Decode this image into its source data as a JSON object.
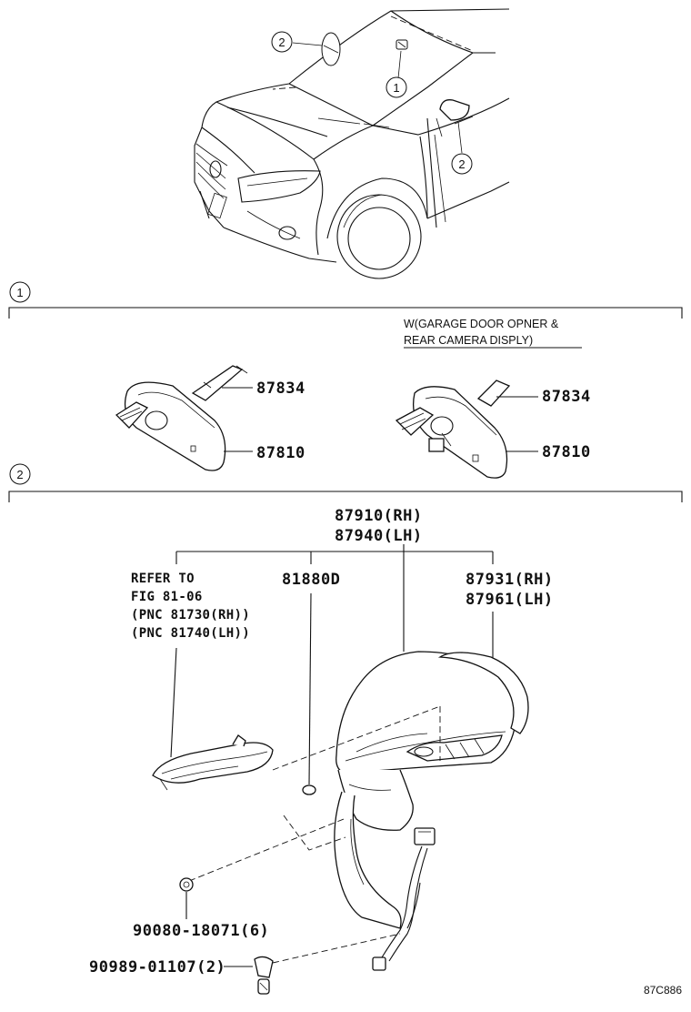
{
  "diagram_id": "87C886",
  "callouts": {
    "c1": "1",
    "c2": "2"
  },
  "section1": {
    "number": "1",
    "variant_note_line1": "W(GARAGE DOOR OPNER &",
    "variant_note_line2": "REAR CAMERA DISPLY)",
    "left_parts": [
      "87834",
      "87810"
    ],
    "right_parts": [
      "87834",
      "87810"
    ]
  },
  "section2": {
    "number": "2",
    "mirror_assy_rh": "87910(RH)",
    "mirror_assy_lh": "87940(LH)",
    "refer_line1": "REFER TO",
    "refer_line2": "FIG 81-06",
    "refer_line3": "(PNC 81730(RH))",
    "refer_line4": "(PNC 81740(LH))",
    "part_81880d": "81880D",
    "cover_rh": "87931(RH)",
    "cover_lh": "87961(LH)",
    "nut": "90080-18071(6)",
    "clip": "90989-01107(2)"
  }
}
